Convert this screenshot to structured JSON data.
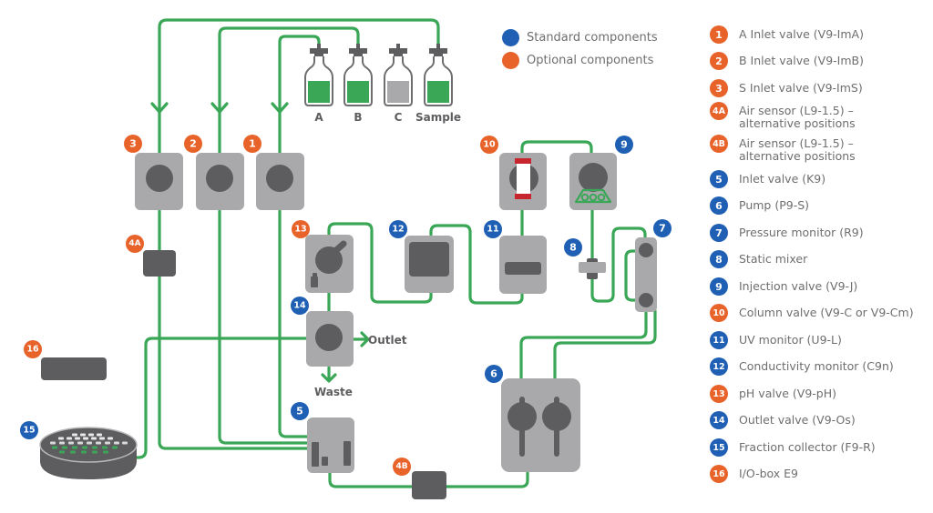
{
  "colors": {
    "standard": "#1f5fb4",
    "optional": "#e8632a",
    "pipe": "#3aa757",
    "module": "#a9a9ab",
    "module_dark": "#5d5d60",
    "column_cap": "#c8262e"
  },
  "key": [
    {
      "label": "Standard components",
      "type": "standard"
    },
    {
      "label": "Optional components",
      "type": "optional"
    }
  ],
  "bottles": [
    {
      "label": "A",
      "fill": "green"
    },
    {
      "label": "B",
      "fill": "green"
    },
    {
      "label": "C",
      "fill": "grey"
    },
    {
      "label": "Sample",
      "fill": "green"
    }
  ],
  "flow_labels": {
    "outlet": "Outlet",
    "waste": "Waste"
  },
  "badges": {
    "b1": "1",
    "b2": "2",
    "b3": "3",
    "b4a": "4A",
    "b4b": "4B",
    "b5": "5",
    "b6": "6",
    "b7": "7",
    "b8": "8",
    "b9": "9",
    "b10": "10",
    "b11": "11",
    "b12": "12",
    "b13": "13",
    "b14": "14",
    "b15": "15",
    "b16": "16"
  },
  "legend": [
    {
      "id": "1",
      "type": "optional",
      "text": "A Inlet valve (V9-ImA)"
    },
    {
      "id": "2",
      "type": "optional",
      "text": "B Inlet valve (V9-ImB)"
    },
    {
      "id": "3",
      "type": "optional",
      "text": "S Inlet valve (V9-ImS)"
    },
    {
      "id": "4A",
      "type": "optional",
      "text": "Air sensor (L9-1.5) –",
      "text2": "alternative positions"
    },
    {
      "id": "4B",
      "type": "optional",
      "text": "Air sensor (L9-1.5) –",
      "text2": "alternative positions"
    },
    {
      "id": "5",
      "type": "standard",
      "text": "Inlet valve (K9)"
    },
    {
      "id": "6",
      "type": "standard",
      "text": "Pump (P9-S)"
    },
    {
      "id": "7",
      "type": "standard",
      "text": "Pressure monitor (R9)"
    },
    {
      "id": "8",
      "type": "standard",
      "text": "Static mixer"
    },
    {
      "id": "9",
      "type": "standard",
      "text": "Injection valve (V9-J)"
    },
    {
      "id": "10",
      "type": "optional",
      "text": "Column valve (V9-C or V9-Cm)"
    },
    {
      "id": "11",
      "type": "standard",
      "text": "UV monitor (U9-L)"
    },
    {
      "id": "12",
      "type": "standard",
      "text": "Conductivity monitor (C9n)"
    },
    {
      "id": "13",
      "type": "optional",
      "text": "pH valve (V9-pH)"
    },
    {
      "id": "14",
      "type": "standard",
      "text": "Outlet valve (V9-Os)"
    },
    {
      "id": "15",
      "type": "standard",
      "text": "Fraction collector (F9-R)"
    },
    {
      "id": "16",
      "type": "optional",
      "text": "I/O-box E9"
    }
  ]
}
